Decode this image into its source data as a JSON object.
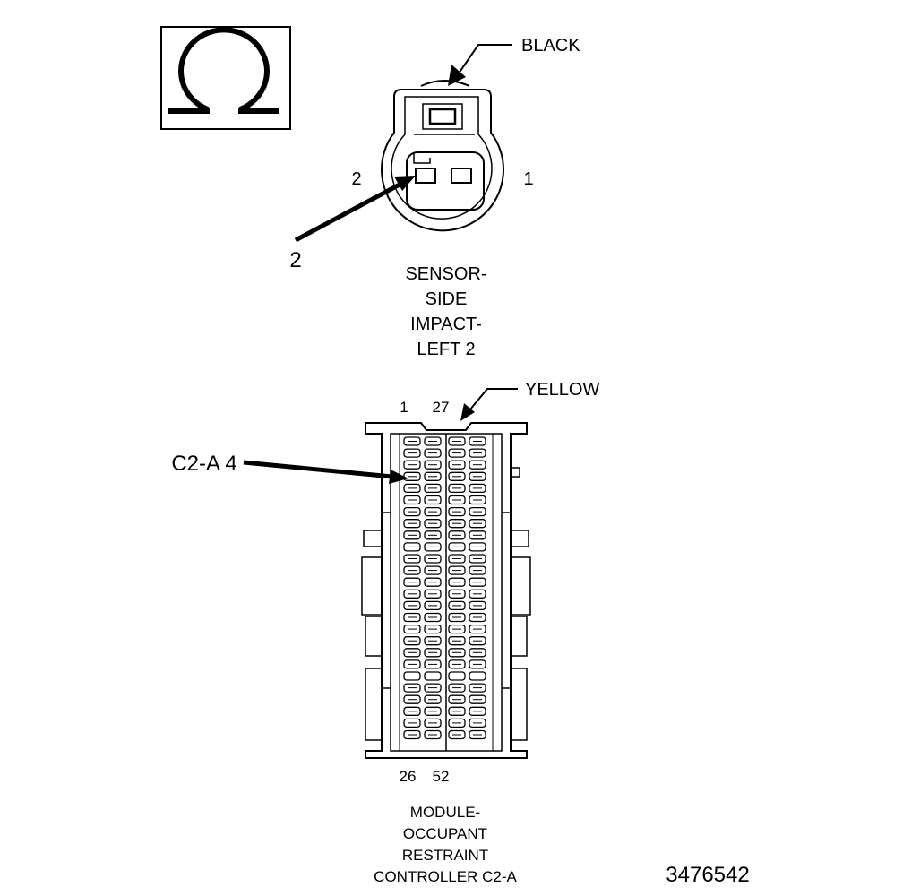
{
  "legend_symbol": "Ω",
  "sensor_connector": {
    "color_label": "BLACK",
    "pin_left": "2",
    "pin_right": "1",
    "callout": "2",
    "title_lines": [
      "SENSOR-",
      "SIDE",
      "IMPACT-",
      "LEFT 2"
    ]
  },
  "module_connector": {
    "color_label": "YELLOW",
    "pin_top_left": "1",
    "pin_top_right": "27",
    "pin_bottom_left": "26",
    "pin_bottom_right": "52",
    "callout": "C2-A 4",
    "title_lines": [
      "MODULE-",
      "OCCUPANT",
      "RESTRAINT",
      "CONTROLLER C2-A"
    ]
  },
  "figure_number": "3476542"
}
